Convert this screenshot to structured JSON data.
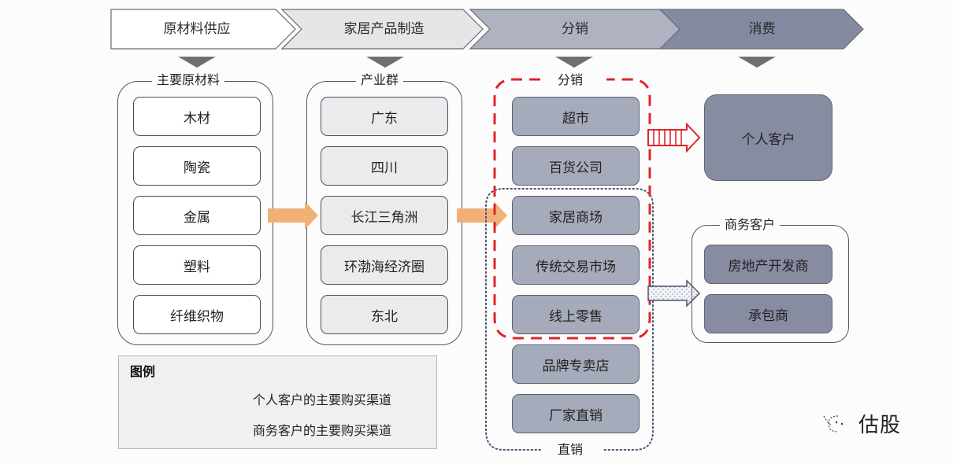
{
  "stages": [
    {
      "label": "原材料供应",
      "fill": "#ffffff"
    },
    {
      "label": "家居产品制造",
      "fill": "#e6e6e9"
    },
    {
      "label": "分销",
      "fill": "#aeb2c1"
    },
    {
      "label": "消费",
      "fill": "#848aa0"
    }
  ],
  "groups": {
    "raw_materials": {
      "title": "主要原材料",
      "items": [
        "木材",
        "陶瓷",
        "金属",
        "塑料",
        "纤维织物"
      ]
    },
    "clusters": {
      "title": "产业群",
      "items": [
        "广东",
        "四川",
        "长江三角洲",
        "环渤海经济圈",
        "东北"
      ]
    },
    "distribution": {
      "title": "分销",
      "items": [
        "超市",
        "百货公司",
        "家居商场",
        "传统交易市场",
        "线上零售"
      ]
    },
    "direct": {
      "title": "直销",
      "items": [
        "品牌专卖店",
        "厂家直销"
      ]
    },
    "individual": {
      "label": "个人客户"
    },
    "business": {
      "title": "商务客户",
      "items": [
        "房地产开发商",
        "承包商"
      ]
    }
  },
  "legend": {
    "title": "图例",
    "entries": [
      {
        "label": "个人客户的主要购买渠道",
        "style": "red-dashed",
        "color": "#e0242b"
      },
      {
        "label": "商务客户的主要购买渠道",
        "style": "dotted",
        "color": "#4d5470"
      }
    ]
  },
  "colors": {
    "flow_arrow": "#f0b179",
    "individual_channel": "#e0242b",
    "business_channel": "#4d5470"
  },
  "watermark": {
    "text": "估股"
  }
}
